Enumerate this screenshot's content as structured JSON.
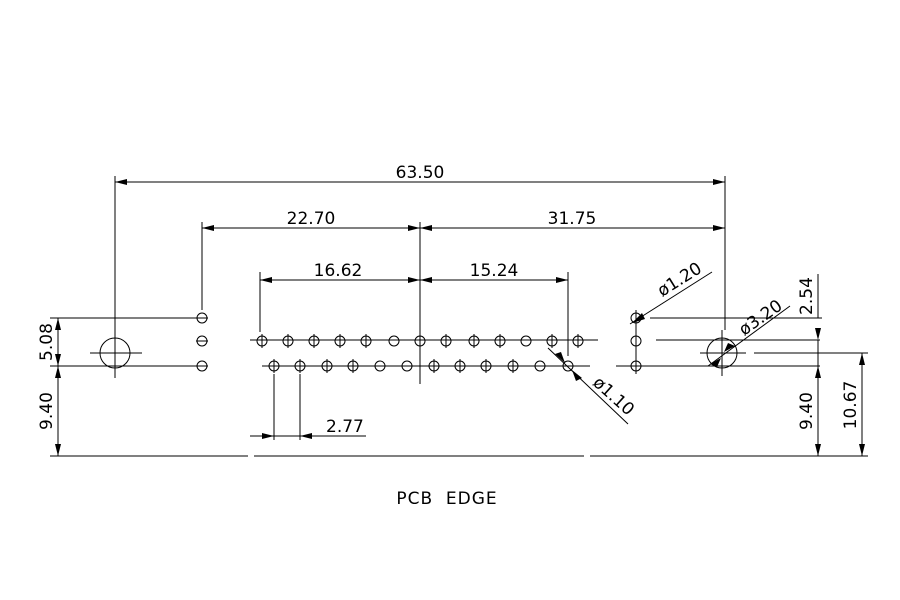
{
  "dimensions": {
    "overall_width": "63.50",
    "left_to_center": "22.70",
    "center_to_mount": "31.75",
    "left_row_span": "16.62",
    "right_row_span": "15.24",
    "pin_offset": "2.77",
    "row_pitch": "5.08",
    "left_edge_height": "9.40",
    "right_upper_offset": "2.54",
    "right_edge_height": "9.40",
    "total_height": "10.67"
  },
  "diameters": {
    "mount_hole": "ø1.20",
    "large_hole": "ø3.20",
    "signal_hole": "ø1.10"
  },
  "caption": "PCB  EDGE"
}
